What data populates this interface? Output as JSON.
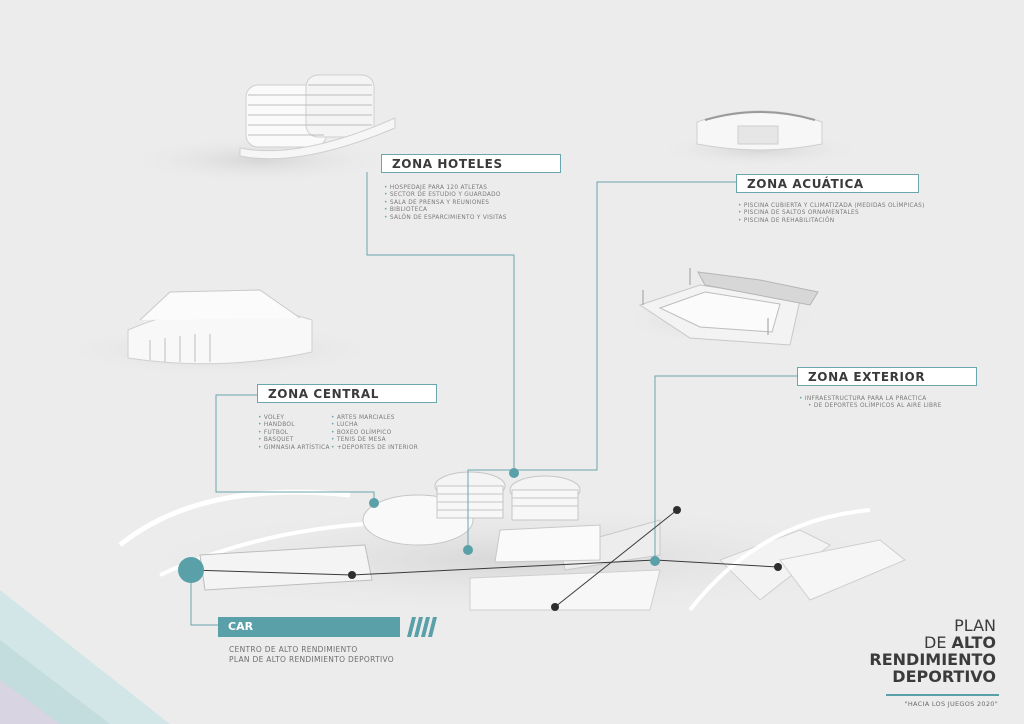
{
  "zones": {
    "hoteles": {
      "title": "ZONA HOTELES",
      "items": [
        "HOSPEDAJE PARA 120 ATLETAS",
        "SECTOR DE ESTUDIO Y GUARDADO",
        "SALA DE PRENSA Y REUNIONES",
        "BIBLIOTECA",
        "SALÓN DE ESPARCIMIENTO Y VISITAS"
      ]
    },
    "acuatica": {
      "title": "ZONA ACUÁTICA",
      "items": [
        "PISCINA CUBIERTA Y CLIMATIZADA (MEDIDAS OLÍMPICAS)",
        "PISCINA DE SALTOS ORNAMENTALES",
        "PISCINA DE REHABILITACIÓN"
      ]
    },
    "central": {
      "title": "ZONA CENTRAL",
      "items_left": [
        "VOLEY",
        "HANDBOL",
        "FUTBOL",
        "BASQUET",
        "GIMNASIA ARTÍSTICA"
      ],
      "items_right": [
        "ARTES MARCIALES",
        "LUCHA",
        "BOXEO OLÍMPICO",
        "TENIS DE MESA",
        "+DEPORTES DE INTERIOR"
      ]
    },
    "exterior": {
      "title": "ZONA EXTERIOR",
      "items": [
        "INFRAESTRUCTURA PARA LA PRACTICA",
        "DE DEPORTES OLÍMPICOS AL AIRE LIBRE"
      ]
    }
  },
  "car": {
    "label": "CAR",
    "desc_line1": "CENTRO DE ALTO RENDIMIENTO",
    "desc_line2": "PLAN DE ALTO RENDIMIENTO DEPORTIVO"
  },
  "title": {
    "line1": "PLAN",
    "line2_a": "DE ",
    "line2_b": "ALTO",
    "line3": "RENDIMIENTO",
    "line4": "DEPORTIVO",
    "tagline": "\"HACIA LOS JUEGOS 2020\""
  },
  "colors": {
    "accent": "#5aa0a8",
    "line": "#6aa6ad",
    "text": "#3b3b3b",
    "background": "#ececec"
  }
}
